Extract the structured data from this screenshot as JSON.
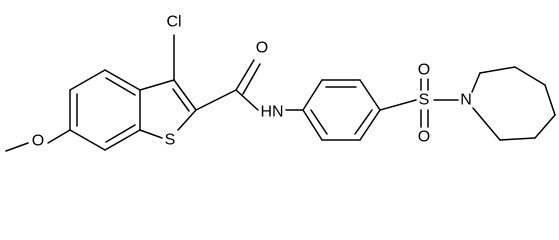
{
  "labels": {
    "chlorine": "Cl",
    "carbonyl_oxygen": "O",
    "thiophene_sulfur": "S",
    "amide_nitrogen": "HN",
    "methoxy_oxygen": "O",
    "sulfonyl_sulfur": "S",
    "sulfonyl_oxygen_top": "O",
    "sulfonyl_oxygen_bottom": "O",
    "azepane_nitrogen": "N"
  },
  "colors": {
    "line": "#000000",
    "background": "#ffffff"
  }
}
